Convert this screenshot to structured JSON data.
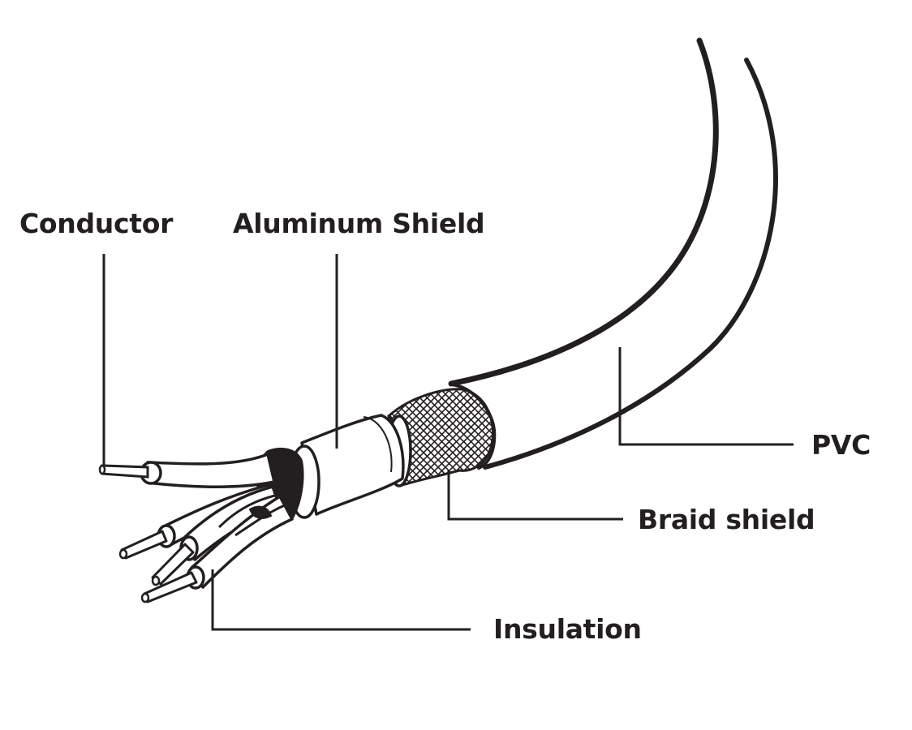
{
  "labels": {
    "conductor": "Conductor",
    "aluminum_shield": "Aluminum Shield",
    "pvc": "PVC",
    "braid_shield": "Braid shield",
    "insulation": "Insulation"
  },
  "colors": {
    "ink": "#231f20",
    "background": "#ffffff"
  }
}
